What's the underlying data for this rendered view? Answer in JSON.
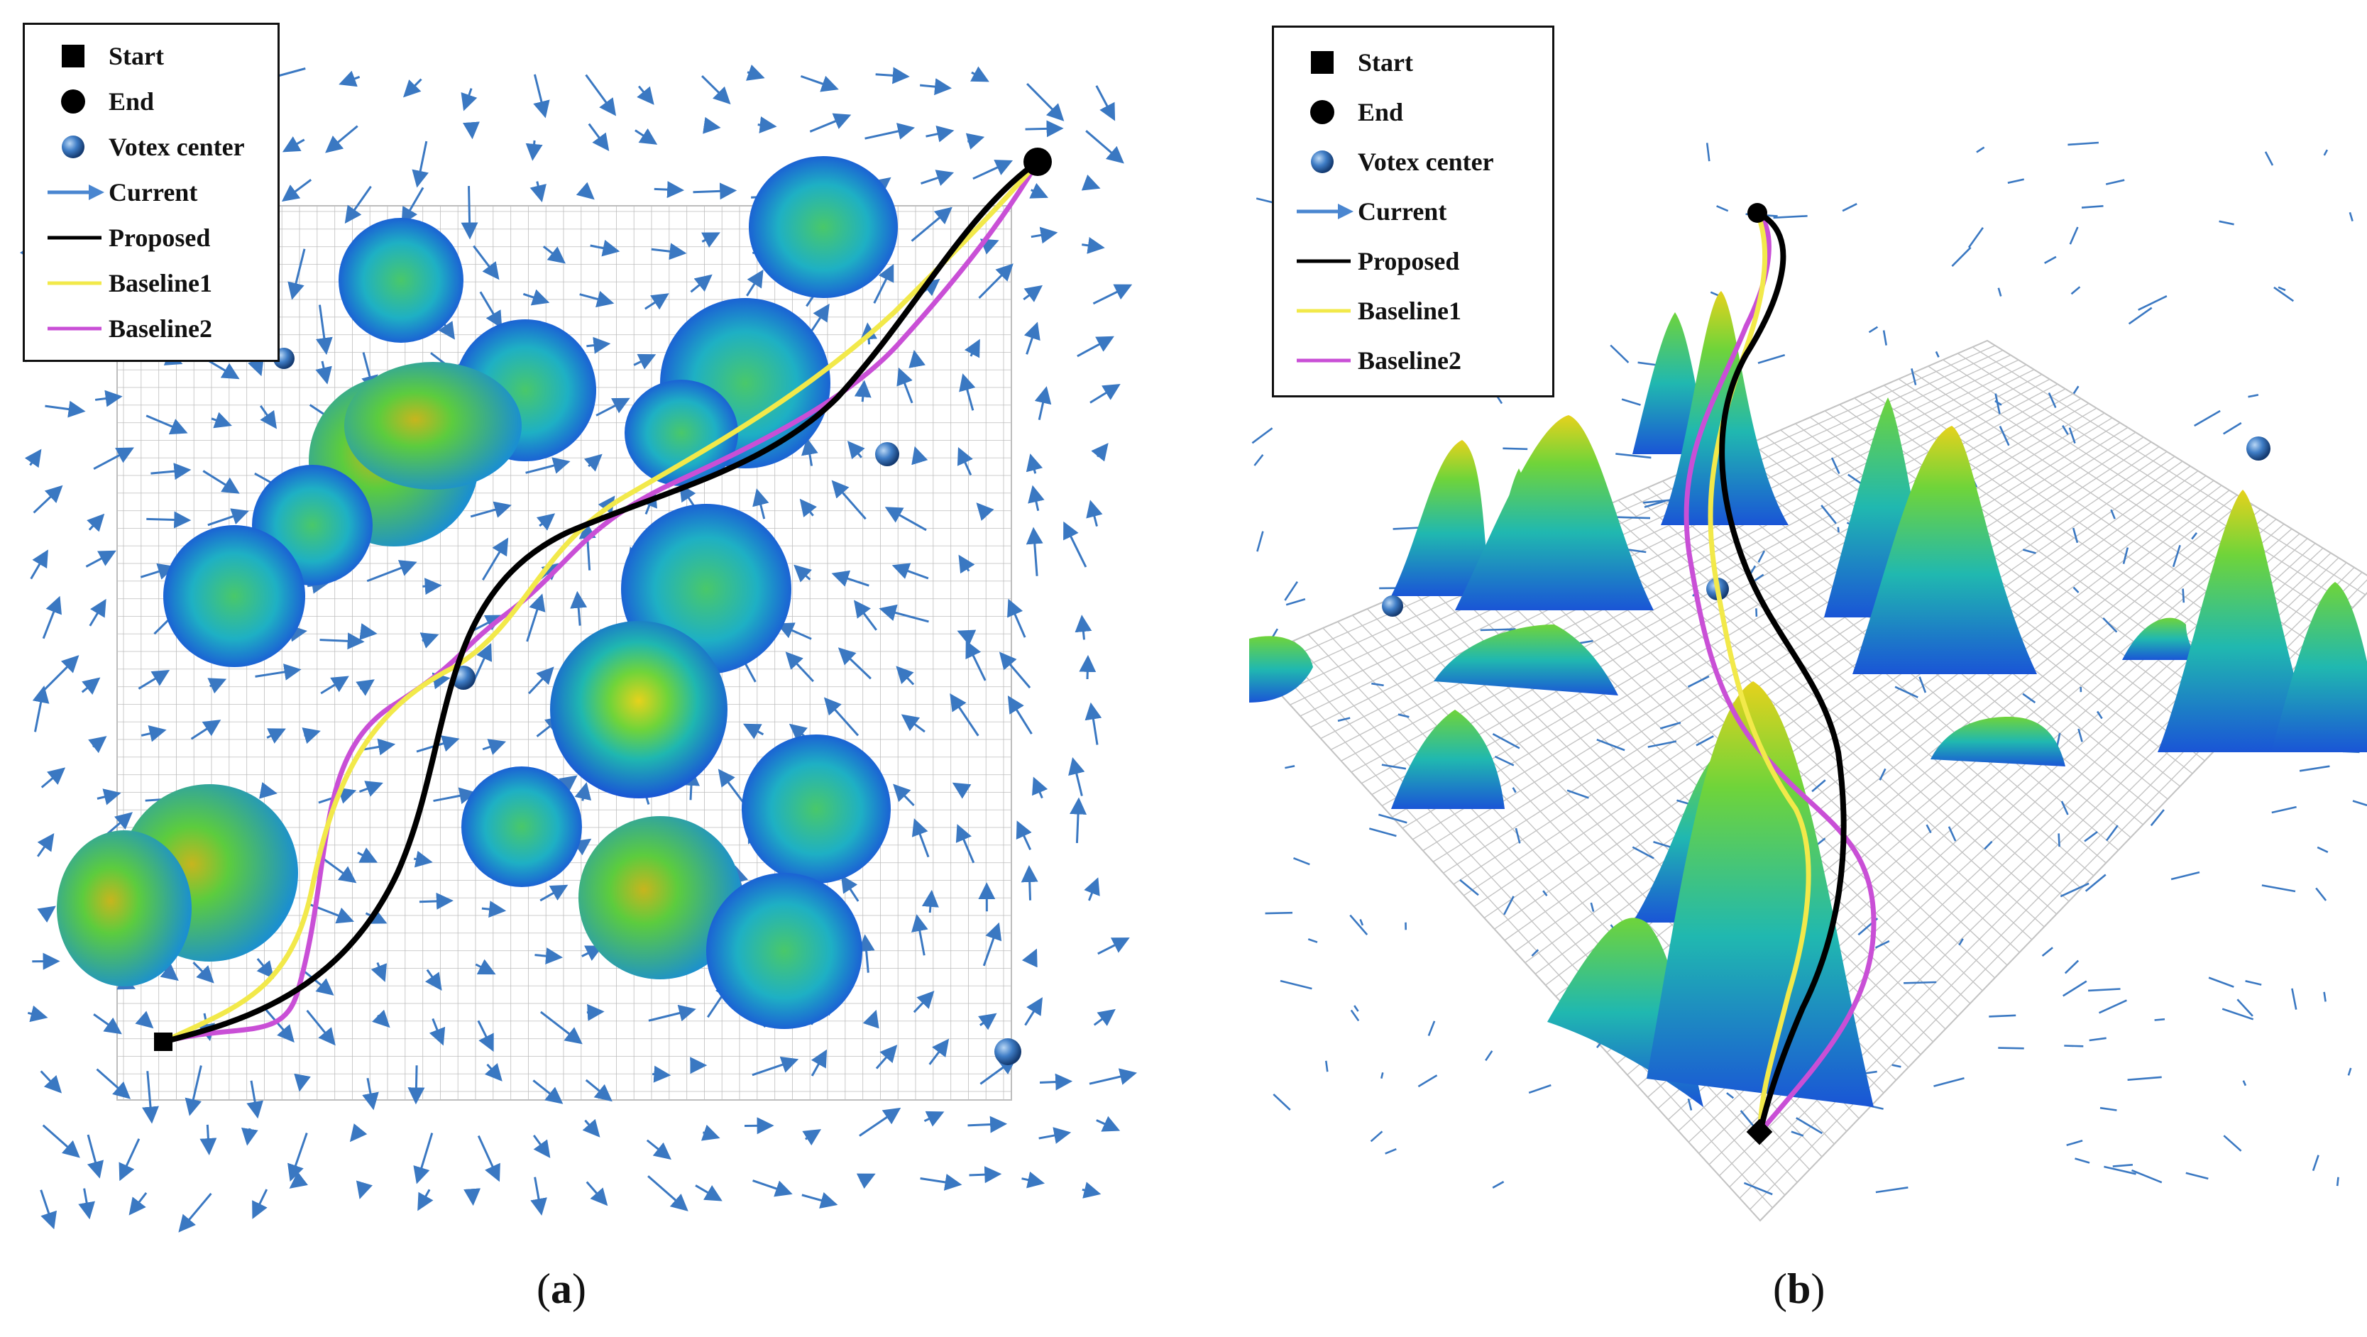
{
  "panels": [
    {
      "id": "a",
      "caption_letter": "a",
      "legend": [
        {
          "label": "Start",
          "icon": "black-square"
        },
        {
          "label": "End",
          "icon": "black-circle"
        },
        {
          "label": "Votex center",
          "icon": "blue-sphere"
        },
        {
          "label": "Current",
          "icon": "blue-arrow"
        },
        {
          "label": "Proposed",
          "icon": "line",
          "color": "#000000"
        },
        {
          "label": "Baseline1",
          "icon": "line",
          "color": "#f2e94a"
        },
        {
          "label": "Baseline2",
          "icon": "line",
          "color": "#c94fd6"
        }
      ]
    },
    {
      "id": "b",
      "caption_letter": "b",
      "legend": [
        {
          "label": "Start",
          "icon": "black-square"
        },
        {
          "label": "End",
          "icon": "black-circle"
        },
        {
          "label": "Votex center",
          "icon": "blue-sphere"
        },
        {
          "label": "Current",
          "icon": "blue-arrow"
        },
        {
          "label": "Proposed",
          "icon": "line",
          "color": "#000000"
        },
        {
          "label": "Baseline1",
          "icon": "line",
          "color": "#f2e94a"
        },
        {
          "label": "Baseline2",
          "icon": "line",
          "color": "#c94fd6"
        }
      ]
    }
  ],
  "colors": {
    "proposed": "#000000",
    "baseline1": "#f2e94a",
    "baseline2": "#c94fd6",
    "current_arrow": "#3a78c2",
    "grid": "#b9b9b9"
  }
}
